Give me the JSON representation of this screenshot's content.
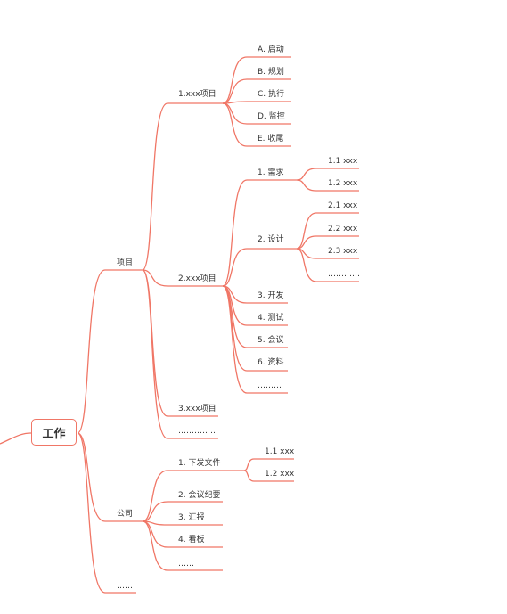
{
  "colors": {
    "line": "#f07666",
    "text": "#333333",
    "background": "#ffffff"
  },
  "mindmap": {
    "root": "工作",
    "branches": {
      "project": {
        "label": "项目",
        "children": {
          "p1": {
            "label": "1.xxx项目",
            "children": [
              "A. 启动",
              "B. 规划",
              "C. 执行",
              "D. 监控",
              "E. 收尾"
            ]
          },
          "p2": {
            "label": "2.xxx项目",
            "children": {
              "requirements": {
                "label": "1. 需求",
                "children": [
                  "1.1 xxx",
                  "1.2 xxx"
                ]
              },
              "design": {
                "label": "2. 设计",
                "children": [
                  "2.1 xxx",
                  "2.2 xxx",
                  "2.3 xxx",
                  "…………"
                ]
              },
              "dev": "3. 开发",
              "test": "4. 测试",
              "meeting": "5. 会议",
              "docs": "6. 资料",
              "more": "………"
            }
          },
          "p3": "3.xxx项目",
          "more": "……………"
        }
      },
      "company": {
        "label": "公司",
        "children": {
          "docs": {
            "label": "1. 下发文件",
            "children": [
              "1.1 xxx",
              "1.2 xxx"
            ]
          },
          "minutes": "2. 会议纪要",
          "report": "3. 汇报",
          "board": "4. 看板",
          "more": "……"
        }
      },
      "more": "……"
    }
  }
}
